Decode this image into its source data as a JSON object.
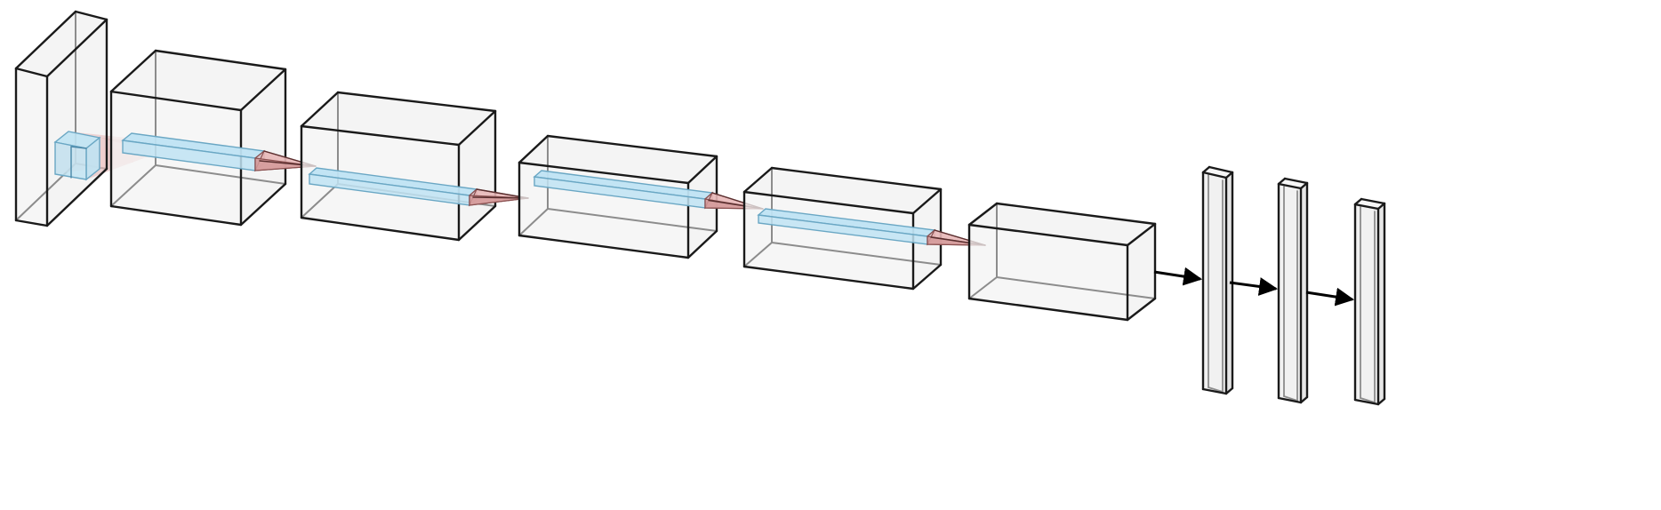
{
  "diagram": {
    "type": "cnn-architecture",
    "colors": {
      "background": "#ffffff",
      "block_fill": "#f3f3f3",
      "edge_dark": "#1a1a1a",
      "edge_light": "#8c8c8c",
      "kernel_fill": "#bfe3f3",
      "kernel_edge": "#6aa7c4",
      "projection_fill": "#e8b8b8",
      "projection_edge": "#8a5050",
      "arrow": "#000000"
    },
    "conv_layers": [
      {
        "name": "input-volume"
      },
      {
        "name": "conv-volume-1"
      },
      {
        "name": "conv-volume-2"
      },
      {
        "name": "conv-volume-3"
      },
      {
        "name": "conv-volume-4"
      },
      {
        "name": "conv-volume-5"
      }
    ],
    "dense_layers": [
      {
        "name": "dense-layer-1"
      },
      {
        "name": "dense-layer-2"
      },
      {
        "name": "dense-layer-3"
      }
    ]
  }
}
